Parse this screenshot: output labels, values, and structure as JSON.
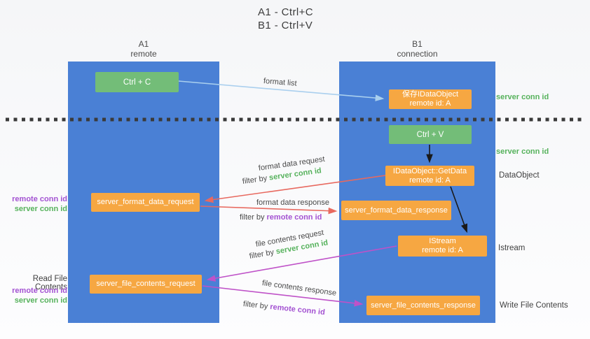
{
  "title": {
    "line1": "A1 - Ctrl+C",
    "line2": "B1 - Ctrl+V"
  },
  "lanes": {
    "a1": {
      "name": "A1",
      "role": "remote"
    },
    "b1": {
      "name": "B1",
      "role": "connection"
    }
  },
  "nodes": {
    "ctrl_c": {
      "label": "Ctrl + C"
    },
    "ctrl_v": {
      "label": "Ctrl + V"
    },
    "save_dataobject": {
      "line1": "保存IDataObject",
      "line2": "remote id: A"
    },
    "getdata": {
      "line1": "IDataObject::GetData",
      "line2": "remote id: A"
    },
    "istream": {
      "line1": "IStream",
      "line2": "remote id: A"
    },
    "format_request_handler": {
      "label": "server_format_data_request"
    },
    "format_response_handler": {
      "label": "server_format_data_response"
    },
    "file_request_handler": {
      "label": "server_file_contents_request"
    },
    "file_response_handler": {
      "label": "server_file_contents_response"
    }
  },
  "side_labels": {
    "server_conn_id_top": "server conn id",
    "server_conn_id_mid": "server conn id",
    "dataobject": "DataObject",
    "istream": "Istream",
    "write_file_contents": "Write File Contents",
    "read_file_contents": "Read File Contents",
    "left_format": {
      "remote": "remote conn id",
      "server": "server conn id"
    },
    "left_file": {
      "remote": "remote conn id",
      "server": "server conn id"
    }
  },
  "flows": {
    "format_list": {
      "label": "format list"
    },
    "format_data_request": {
      "label": "format data request",
      "filter_prefix": "filter by ",
      "filter_value": "server conn id"
    },
    "format_data_response": {
      "label": "format data response",
      "filter_prefix": "filter by ",
      "filter_value": "remote conn id"
    },
    "file_contents_request": {
      "label": "file contents request",
      "filter_prefix": "filter by ",
      "filter_value": "server conn id"
    },
    "file_contents_response": {
      "label": "file contents response",
      "filter_prefix": "filter by ",
      "filter_value": "remote conn id"
    }
  },
  "colors": {
    "lane_blue": "#4a80d5",
    "node_orange": "#f6a742",
    "node_green": "#73bd78",
    "server_conn_green": "#56b25c",
    "remote_conn_purple": "#a352d2",
    "request_red": "#e8695f",
    "response_magenta": "#bf52c8",
    "format_list_blue": "#a9cfee",
    "black_arrow": "#1a1a1a",
    "divider_dark": "#3a3a3a",
    "text_gray": "#4a4a4a"
  }
}
